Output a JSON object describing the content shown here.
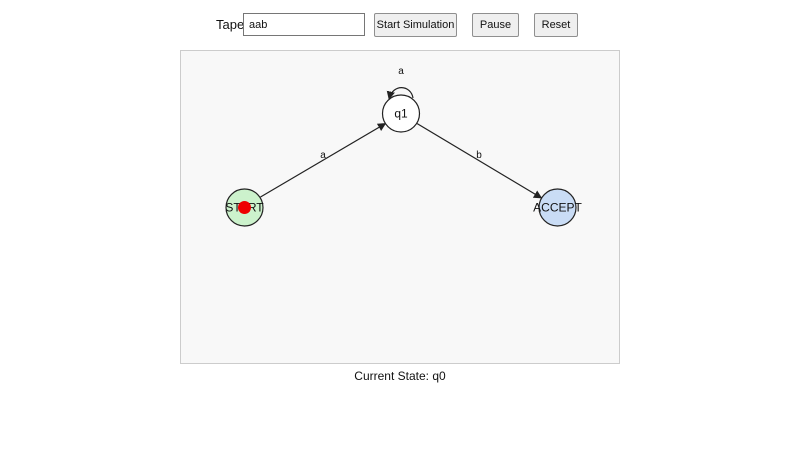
{
  "controls": {
    "tape_label": "Tape:",
    "tape_value": "aab",
    "start_label": "Start Simulation",
    "pause_label": "Pause",
    "reset_label": "Reset"
  },
  "automaton": {
    "states": {
      "start": "START",
      "q1": "q1",
      "accept": "ACCEPT"
    },
    "transitions": {
      "start_to_q1": "a",
      "q1_loop": "a",
      "q1_to_accept": "b"
    },
    "colors": {
      "start_fill": "#ccf2cc",
      "q1_fill": "#ffffff",
      "accept_fill": "#c9dcf5",
      "token": "#ee0000",
      "canvas_bg": "#f8f8f8"
    }
  },
  "status": {
    "text": "Current State: q0"
  }
}
